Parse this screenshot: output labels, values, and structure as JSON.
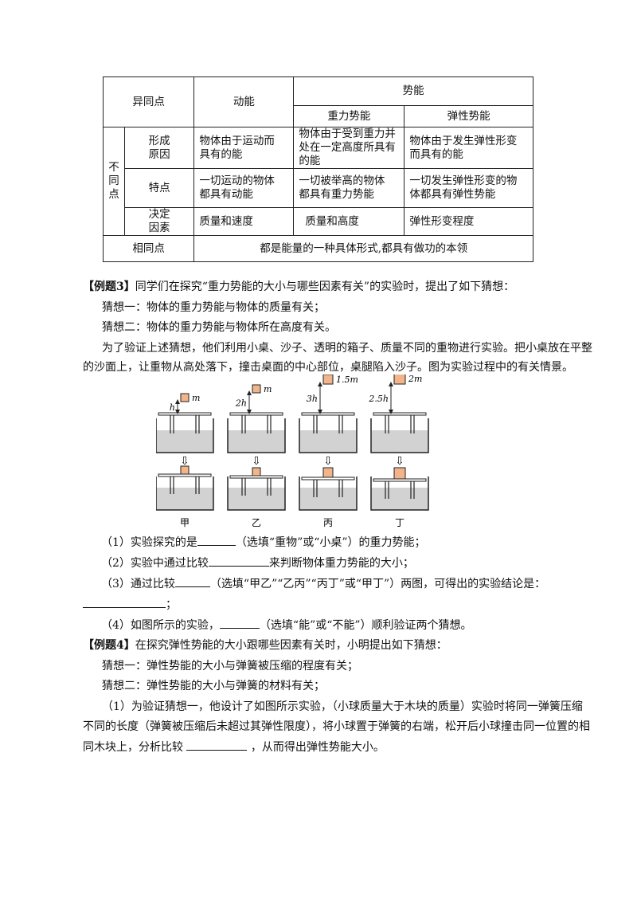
{
  "table": {
    "header": {
      "corner": "异同点",
      "kinetic": "动能",
      "potential": "势能",
      "gravitational": "重力势能",
      "elastic": "弹性势能"
    },
    "diff_group_chars": [
      "不",
      "同",
      "点"
    ],
    "rows": [
      {
        "label_lines": [
          "形成",
          "原因"
        ],
        "kinetic_lines": [
          "物体由于运动而",
          "具有的能"
        ],
        "gravitational_lines": [
          "物体由于受到重力并",
          "处在一定高度所具有",
          "的能"
        ],
        "elastic_lines": [
          "物体由于发生弹性形变",
          "而具有的能"
        ]
      },
      {
        "label_lines": [
          "特点"
        ],
        "kinetic_lines": [
          "一切运动的物体",
          "都具有动能"
        ],
        "gravitational_lines": [
          "一切被举高的物体",
          "都具有重力势能"
        ],
        "elastic_lines": [
          "一切发生弹性形变的物",
          "体都具有弹性势能"
        ]
      },
      {
        "label_lines": [
          "决定",
          "因素"
        ],
        "kinetic_lines": [
          "质量和速度"
        ],
        "gravitational_lines": [
          "质量和高度"
        ],
        "elastic_lines": [
          "弹性形变程度"
        ]
      }
    ],
    "same": {
      "label": "相同点",
      "text": "都是能量的一种具体形式,都具有做功的本领"
    }
  },
  "example3": {
    "tag": "【例题3】",
    "intro": "同学们在探究“重力势能的大小与哪些因素有关”的实验时，提出了如下猜想：",
    "guess1": "猜想一：物体的重力势能与物体的质量有关；",
    "guess2": "猜想二：物体的重力势能与物体所在高度有关。",
    "para_line1": "为了验证上述猜想，他们利用小桌、沙子、透明的箱子、质量不同的重物进行实验。把小桌放在平整",
    "para_line2": "的沙面上，让重物从高处落下，撞击桌面的中心部位，桌腿陷入沙子。图为实验过程中的有关情景。",
    "figure": {
      "panels": [
        {
          "caption": "甲",
          "height_label": "h",
          "mass_label": "m"
        },
        {
          "caption": "乙",
          "height_label": "2h",
          "mass_label": "m"
        },
        {
          "caption": "丙",
          "height_label": "3h",
          "mass_label": "1.5m"
        },
        {
          "caption": "丁",
          "height_label": "2.5h",
          "mass_label": "2m"
        }
      ],
      "arrow": "⇩",
      "colors": {
        "block": "#f2b48a",
        "sand": "#d2d2d2",
        "line": "#222222"
      }
    },
    "q1_a": "（1）实验探究的是",
    "q1_b": "（选填“重物”或“小桌”）的重力势能；",
    "q2_a": "（2）实验中通过比较",
    "q2_b": "来判断物体重力势能的大小；",
    "q3_a": "（3）通过比较",
    "q3_b": "（选填“甲乙”“乙丙”“丙丁”或“甲丁”）两图，可得出的实验结论是：",
    "q3_end": "；",
    "q4_a": "（4）如图所示的实验，",
    "q4_b": "（选填“能”或“不能”）顺利验证两个猜想。"
  },
  "example4": {
    "tag": "【例题4】",
    "intro": "在探究弹性势能的大小跟哪些因素有关时，小明提出如下猜想：",
    "guess1": "猜想一：弹性势能的大小与弹簧被压缩的程度有关；",
    "guess2": "猜想二：弹性势能的大小与弹簧的材料有关；",
    "p1_line1": "（1）为验证猜想一，他设计了如图所示实验，（小球质量大于木块的质量）实验时将同一弹簧压缩",
    "p1_line2": "不同的长度（弹簧被压缩后未超过其弹性限度），将小球置于弹簧的右端，松开后小球撞击同一位置的相",
    "p1_line3a": "同木块上，分析比较",
    "p1_line3b": "，从而得出弹性势能大小。"
  }
}
